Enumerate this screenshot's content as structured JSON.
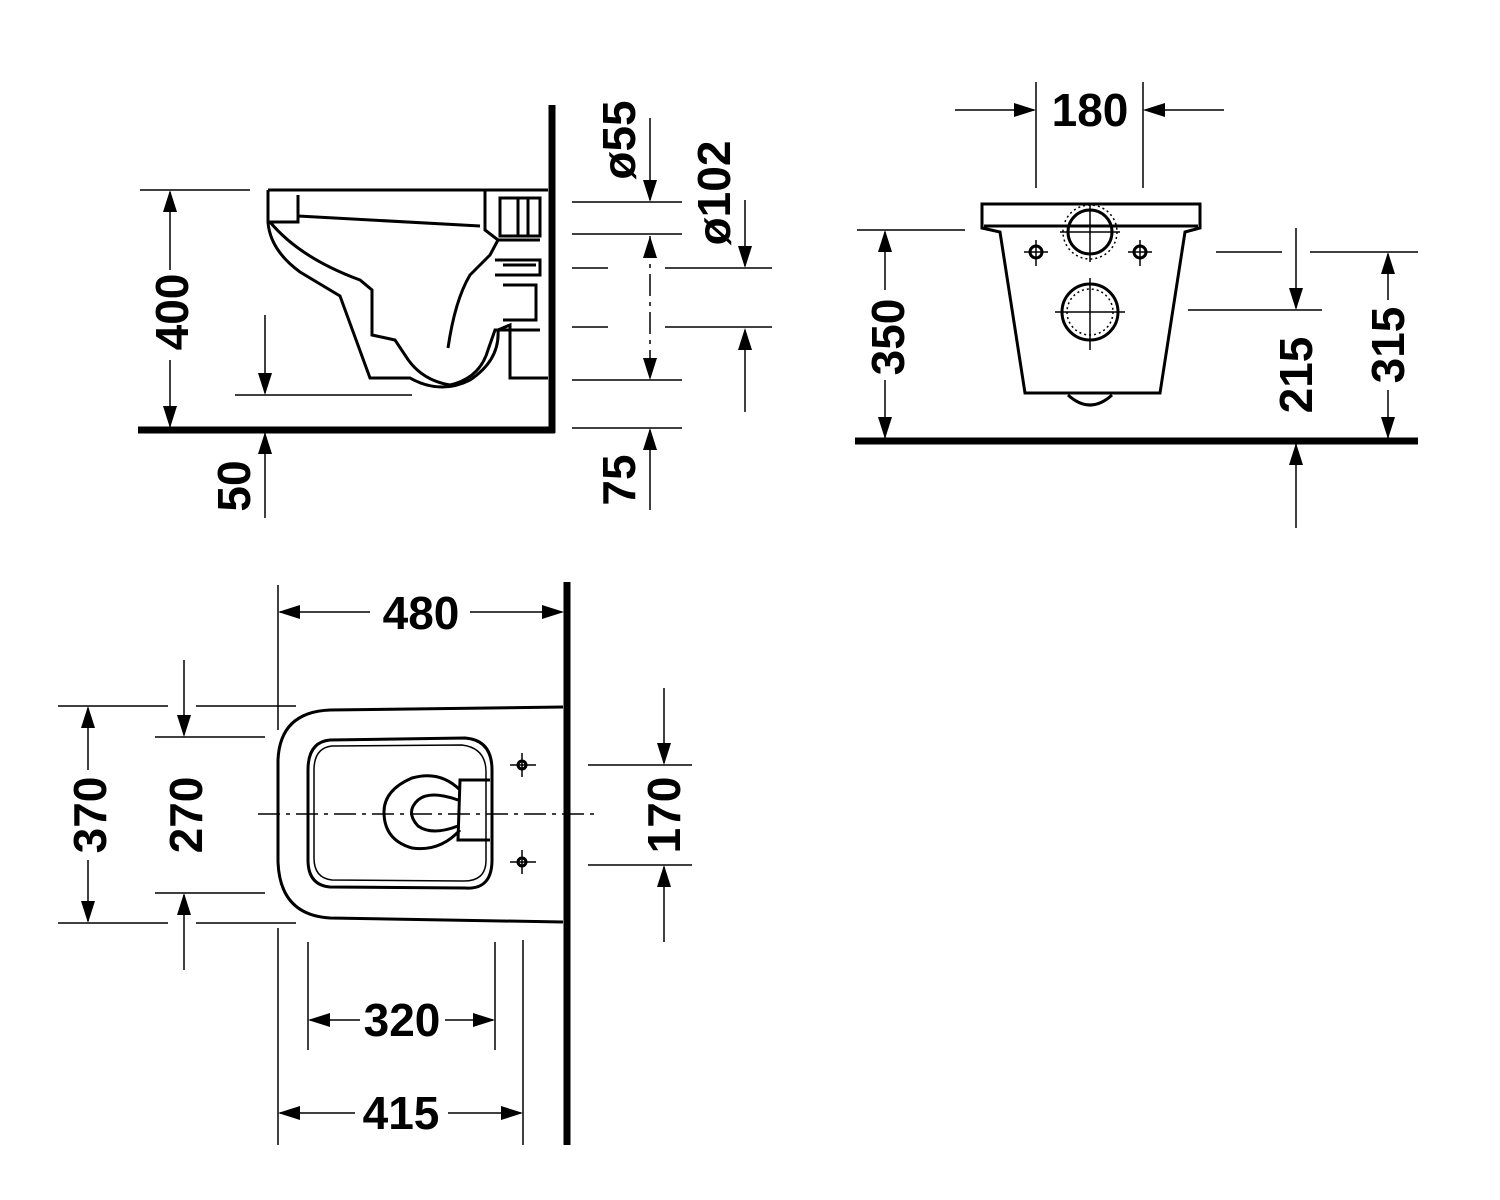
{
  "side_view": {
    "height_400": "400",
    "bottom_50": "50",
    "bottom_75": "75",
    "pipe_d55": "ø55",
    "pipe_d102": "ø102"
  },
  "front_view": {
    "width_180": "180",
    "height_350": "350",
    "height_215": "215",
    "height_315": "315"
  },
  "top_view": {
    "length_480": "480",
    "width_370": "370",
    "width_270": "270",
    "width_170": "170",
    "length_320": "320",
    "length_415": "415"
  }
}
